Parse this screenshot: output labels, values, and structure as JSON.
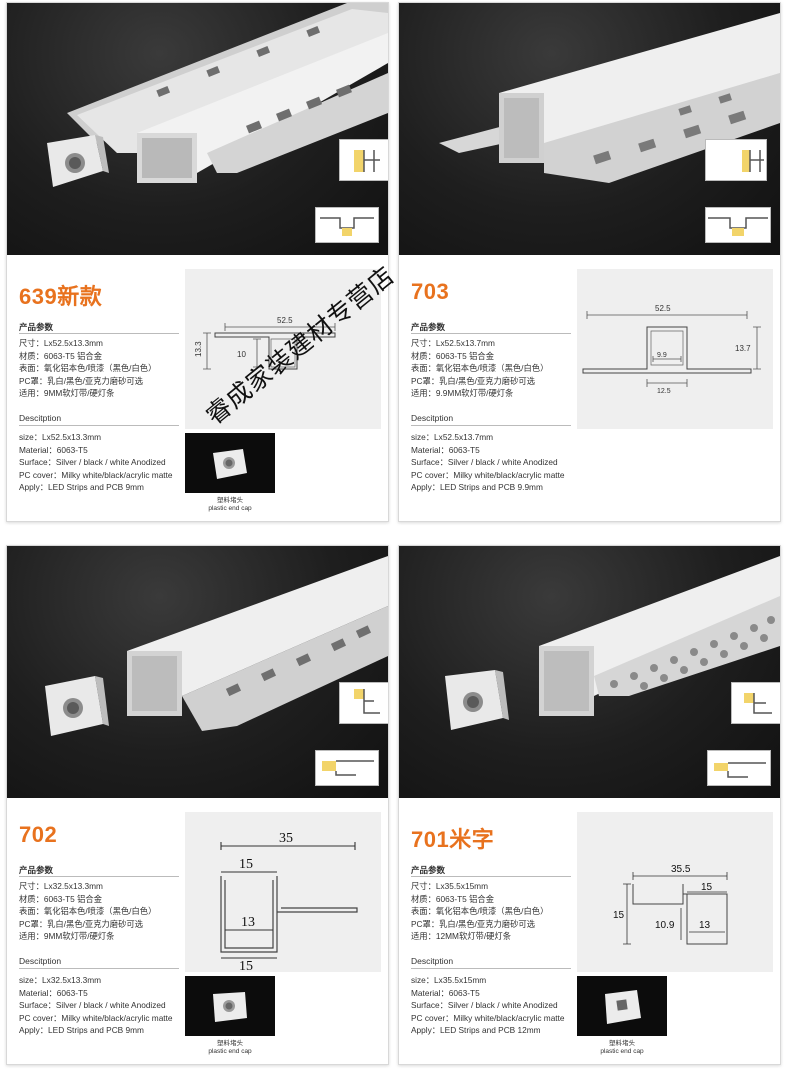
{
  "cards": [
    {
      "model": "639新款",
      "params_title": "产品参数",
      "params": [
        "尺寸：Lx52.5x13.3mm",
        "材质：6063-T5 铝合金",
        "表面：氧化铝本色/喷漆（黑色/白色）",
        "PC罩：乳白/黑色/亚克力磨砂可选",
        "适用：9MM软灯带/硬灯条"
      ],
      "desc_title": "Descitption",
      "desc": [
        "size：Lx52.5x13.3mm",
        "Material：6063-T5",
        "Surface：Silver / black / white Anodized",
        "PC cover：Milky white/black/acrylic matte",
        "Apply：LED Strips and PCB 9mm"
      ],
      "dims": [
        "52.5",
        "13.3",
        "10"
      ],
      "endcap_cn": "塑料堵头",
      "endcap_en": "plastic end cap"
    },
    {
      "model": "703",
      "params_title": "产品参数",
      "params": [
        "尺寸：Lx52.5x13.7mm",
        "材质：6063-T5 铝合金",
        "表面：氧化铝本色/喷漆（黑色/白色）",
        "PC罩：乳白/黑色/亚克力磨砂可选",
        "适用：9.9MM软灯带/硬灯条"
      ],
      "desc_title": "Descitption",
      "desc": [
        "size：Lx52.5x13.7mm",
        "Material：6063-T5",
        "Surface：Silver / black / white Anodized",
        "PC cover：Milky white/black/acrylic matte",
        "Apply：LED Strips and PCB 9.9mm"
      ],
      "dims": [
        "52.5",
        "13.7",
        "9.9",
        "12.5"
      ]
    },
    {
      "model": "702",
      "params_title": "产品参数",
      "params": [
        "尺寸：Lx32.5x13.3mm",
        "材质：6063-T5 铝合金",
        "表面：氧化铝本色/喷漆（黑色/白色）",
        "PC罩：乳白/黑色/亚克力磨砂可选",
        "适用：9MM软灯带/硬灯条"
      ],
      "desc_title": "Descitption",
      "desc": [
        "size：Lx32.5x13.3mm",
        "Material：6063-T5",
        "Surface：Silver / black / white Anodized",
        "PC cover：Milky white/black/acrylic matte",
        "Apply：LED Strips and PCB 9mm"
      ],
      "dims": [
        "35",
        "15",
        "13",
        "15"
      ],
      "endcap_cn": "塑料堵头",
      "endcap_en": "plastic end cap"
    },
    {
      "model": "701米字",
      "params_title": "产品参数",
      "params": [
        "尺寸：Lx35.5x15mm",
        "材质：6063-T5 铝合金",
        "表面：氧化铝本色/喷漆（黑色/白色）",
        "PC罩：乳白/黑色/亚克力磨砂可选",
        "适用：12MM软灯带/硬灯条"
      ],
      "desc_title": "Descitption",
      "desc": [
        "size：Lx35.5x15mm",
        "Material：6063-T5",
        "Surface：Silver / black / white Anodized",
        "PC cover：Milky white/black/acrylic matte",
        "Apply：LED Strips and PCB 12mm"
      ],
      "dims": [
        "35.5",
        "15",
        "15",
        "10.9",
        "13"
      ],
      "endcap_cn": "塑料堵头",
      "endcap_en": "plastic end cap"
    }
  ],
  "watermark": "睿成家装建材专营店",
  "colors": {
    "accent": "#e8721e",
    "photo_bg": "#1e1e1e",
    "led": "#f2d46a"
  }
}
